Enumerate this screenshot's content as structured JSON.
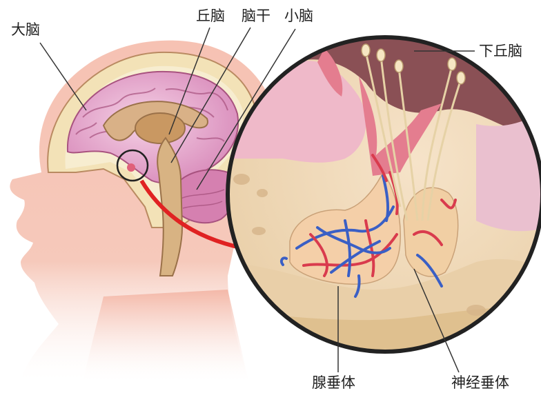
{
  "labels": {
    "cerebrum": "大脑",
    "thalamus": "丘脑",
    "brainstem": "脑干",
    "cerebellum": "小脑",
    "hypothalamus": "下丘脑",
    "adenohypophysis": "腺垂体",
    "neurohypophysis": "神经垂体"
  },
  "colors": {
    "skin_light": "#f8d6c9",
    "skin_mid": "#f2a993",
    "skull": "#f3e2b7",
    "brain": "#eab2d4",
    "brain_dark": "#b85f92",
    "stem": "#d8b383",
    "hypothalamus_region": "#8a5055",
    "vessel_red": "#d93b4d",
    "vessel_blue": "#3a5fc5",
    "arrow_red": "#e02222"
  }
}
